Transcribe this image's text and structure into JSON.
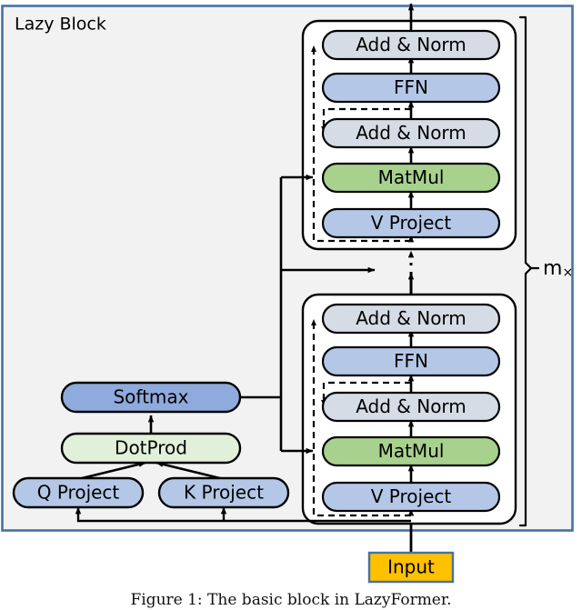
{
  "figure": {
    "panel_title": "Lazy Block",
    "repeat_label": "m",
    "repeat_suffix": "×",
    "caption": "Figure 1: The basic block in LazyFormer."
  },
  "colors": {
    "panel_border": "#4472a8",
    "panel_fill": "#f2f2f2",
    "group_fill": "#ffffff",
    "group_border": "#000000",
    "add_norm": "#d6dce5",
    "ffn": "#b4c7e7",
    "matmul": "#a9d18e",
    "v_project": "#b4c7e7",
    "softmax": "#8faadc",
    "dotprod": "#e2efd9",
    "qk_project": "#b4c7e7",
    "input": "#ffc000",
    "input_border": "#4472a8",
    "line": "#000000"
  },
  "nodes": {
    "upper_block": [
      {
        "id": "upper-add-norm-2",
        "label": "Add & Norm",
        "fill_key": "add_norm"
      },
      {
        "id": "upper-ffn",
        "label": "FFN",
        "fill_key": "ffn"
      },
      {
        "id": "upper-add-norm-1",
        "label": "Add & Norm",
        "fill_key": "add_norm"
      },
      {
        "id": "upper-matmul",
        "label": "MatMul",
        "fill_key": "matmul"
      },
      {
        "id": "upper-v-project",
        "label": "V Project",
        "fill_key": "v_project"
      }
    ],
    "lower_block": [
      {
        "id": "lower-add-norm-2",
        "label": "Add & Norm",
        "fill_key": "add_norm"
      },
      {
        "id": "lower-ffn",
        "label": "FFN",
        "fill_key": "ffn"
      },
      {
        "id": "lower-add-norm-1",
        "label": "Add & Norm",
        "fill_key": "add_norm"
      },
      {
        "id": "lower-matmul",
        "label": "MatMul",
        "fill_key": "matmul"
      },
      {
        "id": "lower-v-project",
        "label": "V Project",
        "fill_key": "v_project"
      }
    ],
    "attention": [
      {
        "id": "softmax",
        "label": "Softmax",
        "fill_key": "softmax"
      },
      {
        "id": "dotprod",
        "label": "DotProd",
        "fill_key": "dotprod"
      },
      {
        "id": "q-project",
        "label": "Q Project",
        "fill_key": "qk_project"
      },
      {
        "id": "k-project",
        "label": "K Project",
        "fill_key": "qk_project"
      }
    ],
    "input": {
      "id": "input",
      "label": "Input",
      "fill_key": "input"
    }
  }
}
